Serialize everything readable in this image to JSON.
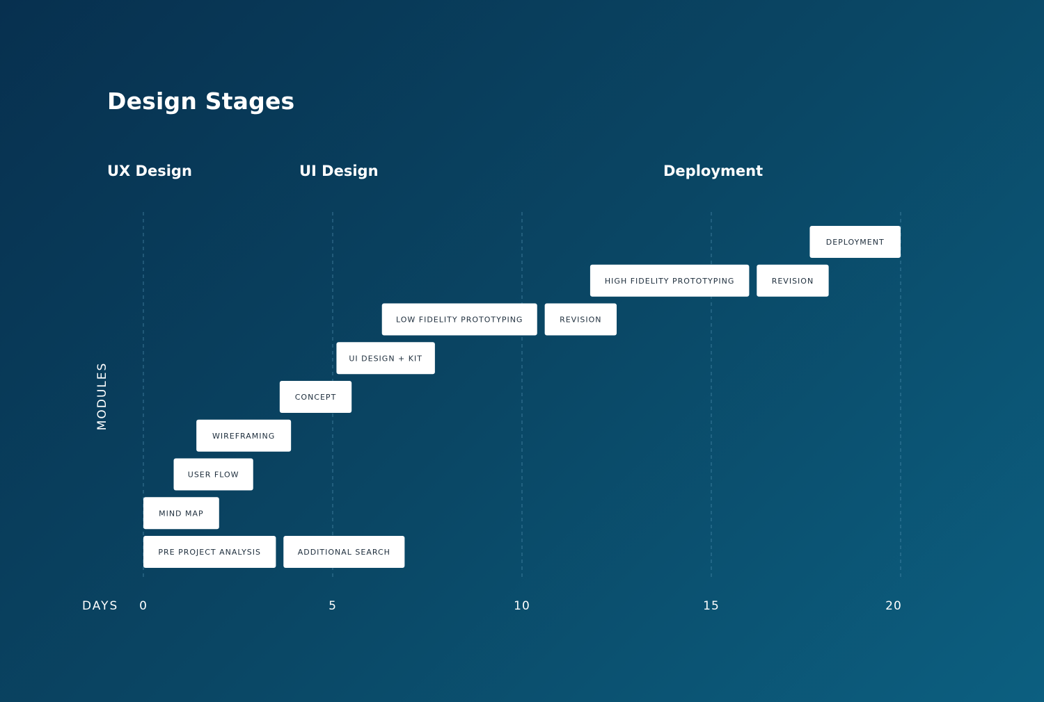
{
  "chart_data": {
    "type": "bar",
    "subtype": "gantt",
    "title": "Design Stages",
    "phases": [
      "UX Design",
      "UI Design",
      "Deployment"
    ],
    "xlabel": "DAYS",
    "ylabel": "MODULES",
    "xlim": [
      0,
      20
    ],
    "xticks": [
      "0",
      "5",
      "10",
      "15",
      "20"
    ],
    "grid": "vertical dashed",
    "tasks": [
      {
        "label": "PRE PROJECT ANALYSIS",
        "row": 0,
        "start": 0,
        "end": 3.5
      },
      {
        "label": "ADDITIONAL SEARCH",
        "row": 0,
        "start": 3.7,
        "end": 6.9
      },
      {
        "label": "MIND MAP",
        "row": 1,
        "start": 0,
        "end": 2
      },
      {
        "label": "USER FLOW",
        "row": 2,
        "start": 0.8,
        "end": 2.9
      },
      {
        "label": "WIREFRAMING",
        "row": 3,
        "start": 1.4,
        "end": 3.9
      },
      {
        "label": "CONCEPT",
        "row": 4,
        "start": 3.6,
        "end": 5.5
      },
      {
        "label": "UI DESIGN + KIT",
        "row": 5,
        "start": 5.1,
        "end": 7.7
      },
      {
        "label": "LOW FIDELITY PROTOTYPING",
        "row": 6,
        "start": 6.3,
        "end": 10.4
      },
      {
        "label": "REVISION",
        "row": 6,
        "start": 10.6,
        "end": 12.5
      },
      {
        "label": "HIGH FIDELITY PROTOTYPING",
        "row": 7,
        "start": 11.8,
        "end": 16
      },
      {
        "label": "REVISION",
        "row": 7,
        "start": 16.2,
        "end": 18.1
      },
      {
        "label": "DEPLOYMENT",
        "row": 8,
        "start": 17.6,
        "end": 20
      }
    ],
    "colors": {
      "bar": "#ffffff",
      "bar_text": "#1b2b3a",
      "grid": "#4f8fb0",
      "text": "#ffffff"
    }
  }
}
